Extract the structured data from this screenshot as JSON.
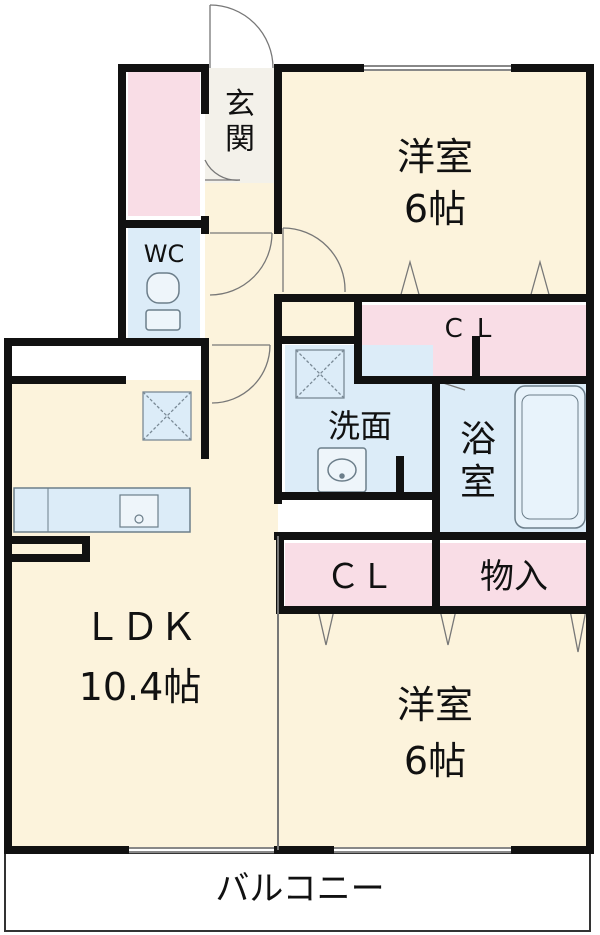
{
  "rooms": {
    "genkan": "玄\n関",
    "wc": "WC",
    "western_north": {
      "name": "洋室",
      "size": "6帖"
    },
    "closet_north": "CL",
    "washroom": "洗面",
    "bath": "浴\n室",
    "ldk": {
      "name": "ＬＤＫ",
      "size": "10.4帖"
    },
    "closet_south": "ＣＬ",
    "storage": "物入",
    "western_south": {
      "name": "洋室",
      "size": "6帖"
    },
    "balcony": "バルコニー"
  },
  "colors": {
    "floor": "#fcf3dc",
    "closet": "#f9dde6",
    "wet_area": "#dcecf8",
    "wall": "#111111"
  }
}
